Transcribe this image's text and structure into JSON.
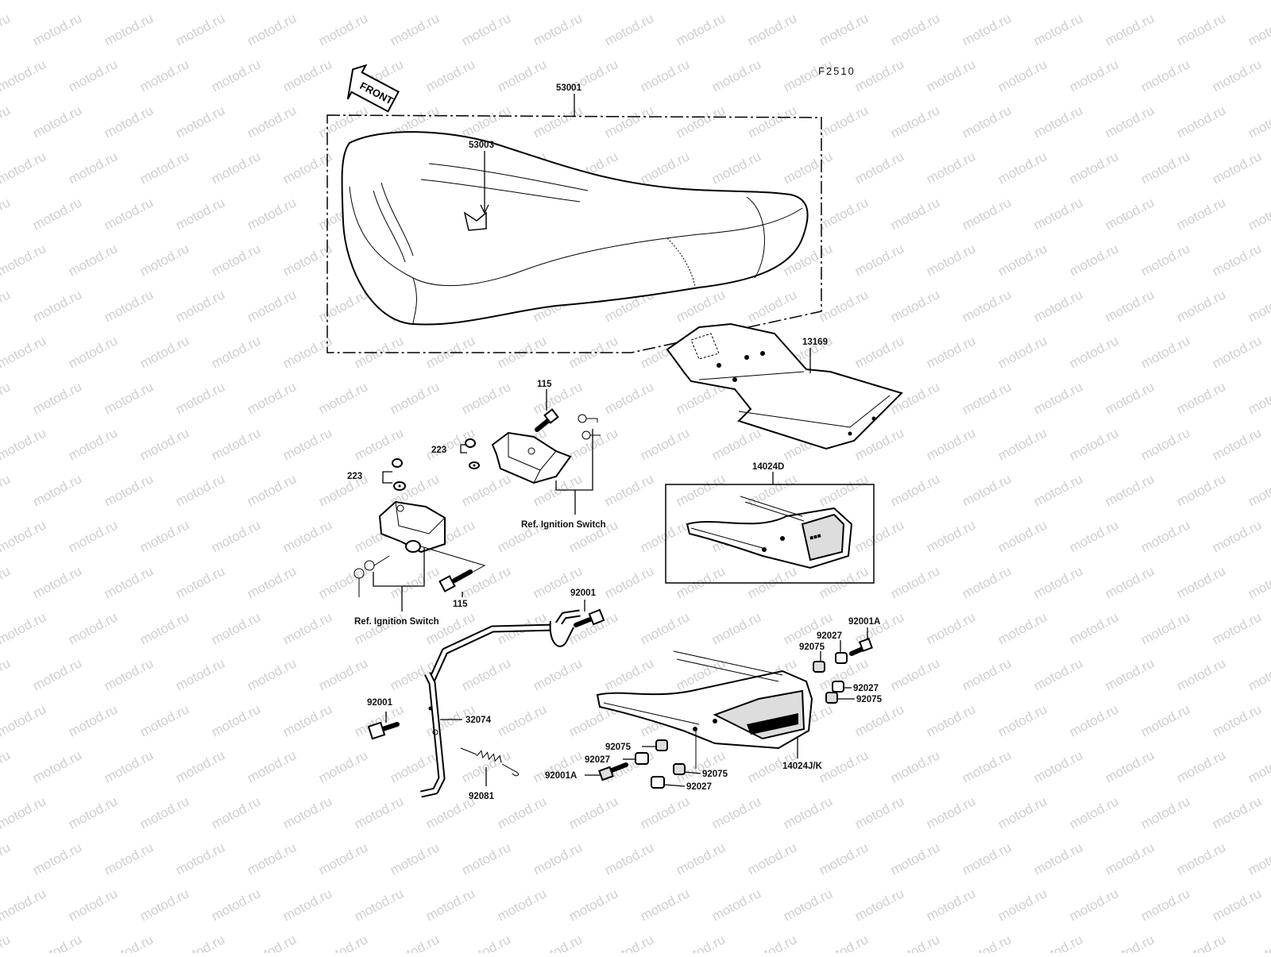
{
  "diagram_code": "F2510",
  "front_label": "FRONT",
  "watermark": "motod.ru",
  "labels": {
    "seat_assy": "53001",
    "seat_cover": "53003",
    "seat_pan": "13169",
    "bolt_upper": "115",
    "washer_upper": "223",
    "washer_lower": "223",
    "ref_switch_upper": "Ref. Ignition Switch",
    "bolt_lower": "115",
    "ref_switch_lower": "Ref. Ignition Switch",
    "grab_rail_d": "14024D",
    "bolt_92001_top": "92001",
    "lever": "32074",
    "bolt_92001_left": "92001",
    "spring": "92081",
    "grab_rail_jk": "14024J/K",
    "bolt_92001A_right": "92001A",
    "collar_92027_r1": "92027",
    "nut_92075_r1": "92075",
    "collar_92027_r2": "92027",
    "nut_92075_r2": "92075",
    "nut_92075_l1": "92075",
    "collar_92027_l1": "92027",
    "bolt_92001A_left": "92001A",
    "nut_92075_l2": "92075",
    "collar_92027_l2": "92027"
  }
}
